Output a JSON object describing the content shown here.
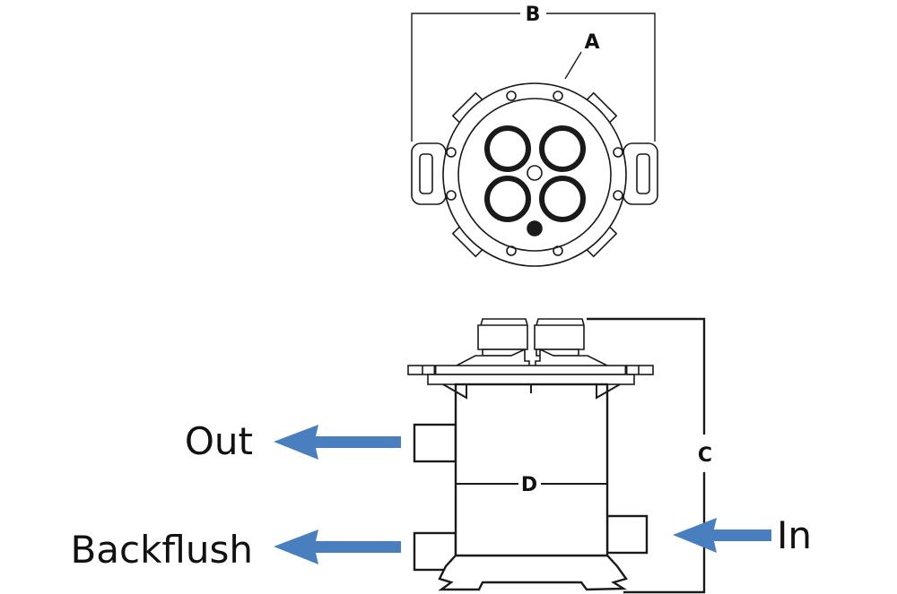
{
  "dimensions": {
    "a": "A",
    "b": "B",
    "c": "C",
    "d": "D"
  },
  "flows": {
    "out": "Out",
    "backflush": "Backflush",
    "in": "In"
  },
  "colors": {
    "arrow": "#4a7fbf",
    "line": "#1a1a1a"
  }
}
